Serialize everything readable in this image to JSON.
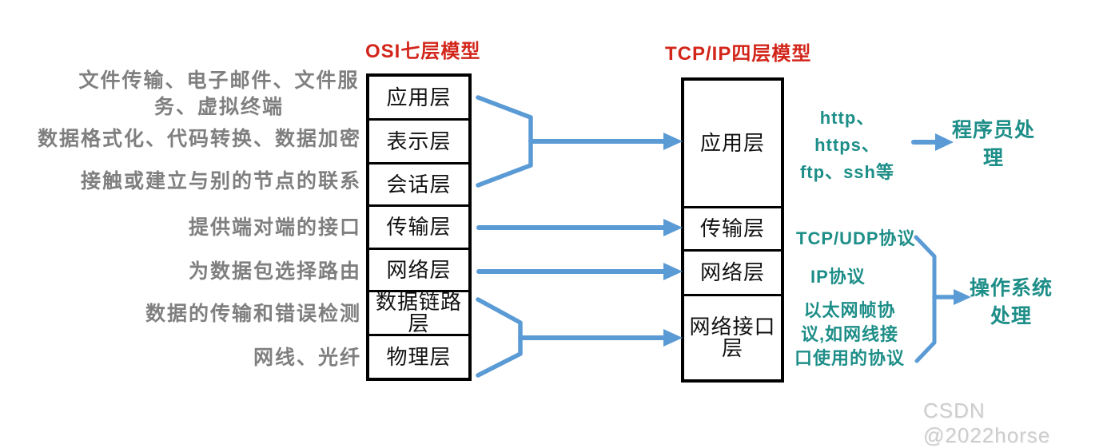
{
  "titles": {
    "osi": "OSI七层模型",
    "tcpip": "TCP/IP四层模型"
  },
  "osi": {
    "layers": [
      {
        "label": "应用层",
        "description": "文件传输、电子邮件、文件服\n务、虚拟终端"
      },
      {
        "label": "表示层",
        "description": "数据格式化、代码转换、数据加密"
      },
      {
        "label": "会话层",
        "description": "接触或建立与别的节点的联系"
      },
      {
        "label": "传输层",
        "description": "提供端对端的接口"
      },
      {
        "label": "网络层",
        "description": "为数据包选择路由"
      },
      {
        "label": "数据链路层",
        "description": "数据的传输和错误检测"
      },
      {
        "label": "物理层",
        "description": "网线、光纤"
      }
    ]
  },
  "tcpip": {
    "layers": [
      {
        "label": "应用层",
        "protocols": "http、\nhttps、\nftp、ssh等"
      },
      {
        "label": "传输层",
        "protocols": "TCP/UDP协议"
      },
      {
        "label": "网络层",
        "protocols": "IP协议"
      },
      {
        "label": "网络接口层",
        "protocols": "以太网帧协\n议,如网线接\n口使用的协议"
      }
    ]
  },
  "annotations": {
    "programmer": "程序员处\n理",
    "os": "操作系统\n处理"
  },
  "watermark": "CSDN @2022horse",
  "colors": {
    "title_red": "#d3261b",
    "arrow_blue": "#5b9bd5",
    "teal": "#1e8e88",
    "gray_text": "#7f7f7f",
    "box_border": "#000000"
  }
}
